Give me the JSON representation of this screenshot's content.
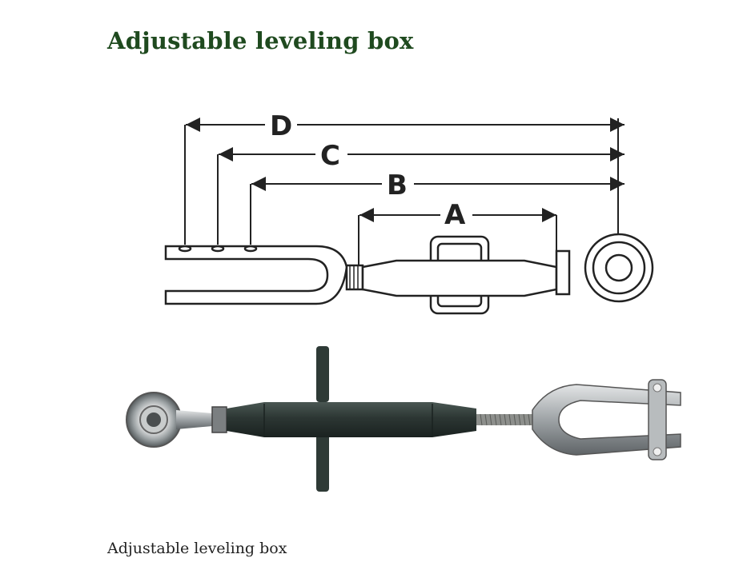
{
  "page": {
    "title": "Adjustable leveling box",
    "caption": "Adjustable leveling box"
  },
  "diagram": {
    "dimensions": [
      {
        "label": "D"
      },
      {
        "label": "C"
      },
      {
        "label": "B"
      },
      {
        "label": "A"
      }
    ]
  }
}
